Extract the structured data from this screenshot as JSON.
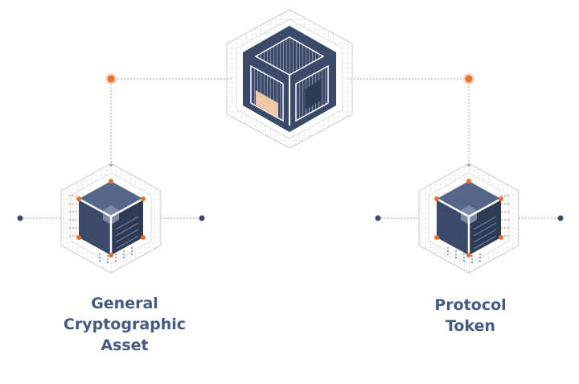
{
  "colors": {
    "navy": "#3a4a68",
    "navy_dark": "#2e3b55",
    "orange": "#e8722c",
    "peach": "#f0c8a8",
    "line_gray": "#9aa3b2",
    "label_blue": "#455a80"
  },
  "nodes": {
    "top": {
      "icon": "open-cube-icon"
    },
    "left": {
      "icon": "blockchain-cube-icon",
      "label_lines": [
        "General",
        "Cryptographic",
        "Asset"
      ]
    },
    "right": {
      "icon": "blockchain-cube-icon",
      "label_lines": [
        "Protocol",
        "Token"
      ]
    }
  }
}
